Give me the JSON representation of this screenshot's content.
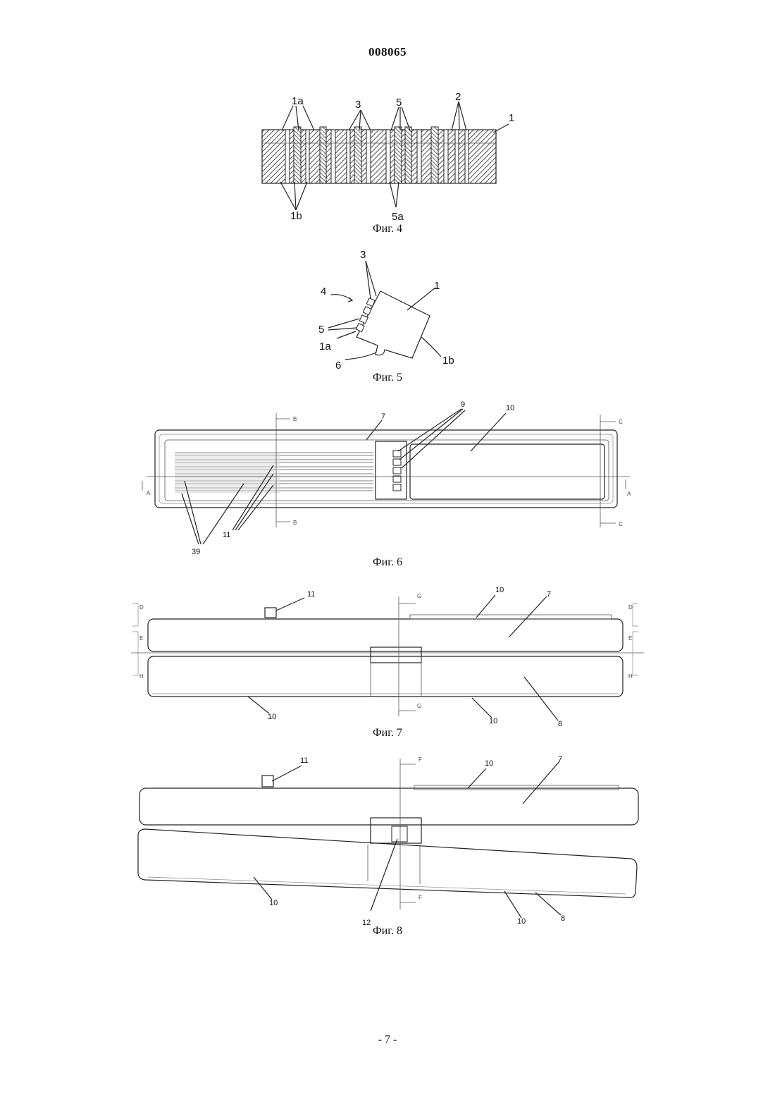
{
  "header": {
    "doc_number": "008065"
  },
  "figures": {
    "fig4": {
      "caption": "Фиг. 4",
      "labels": [
        "1a",
        "3",
        "5",
        "2",
        "1",
        "1b",
        "5a"
      ]
    },
    "fig5": {
      "caption": "Фиг. 5",
      "labels": [
        "3",
        "4",
        "1",
        "5",
        "1a",
        "6",
        "1b"
      ]
    },
    "fig6": {
      "caption": "Фиг. 6",
      "labels": [
        "9",
        "7",
        "10",
        "11",
        "39"
      ],
      "section_marks": [
        "B",
        "B",
        "C",
        "C",
        "A",
        "A"
      ]
    },
    "fig7": {
      "caption": "Фиг. 7",
      "labels": [
        "11",
        "10",
        "7",
        "10",
        "10",
        "8"
      ],
      "section_marks": [
        "G",
        "G",
        "D",
        "D",
        "E",
        "E",
        "H",
        "H"
      ]
    },
    "fig8": {
      "caption": "Фиг. 8",
      "labels": [
        "11",
        "10",
        "7",
        "12",
        "10",
        "10",
        "8"
      ],
      "section_marks": [
        "F",
        "F"
      ]
    }
  },
  "footer": {
    "page_number": "- 7 -"
  }
}
